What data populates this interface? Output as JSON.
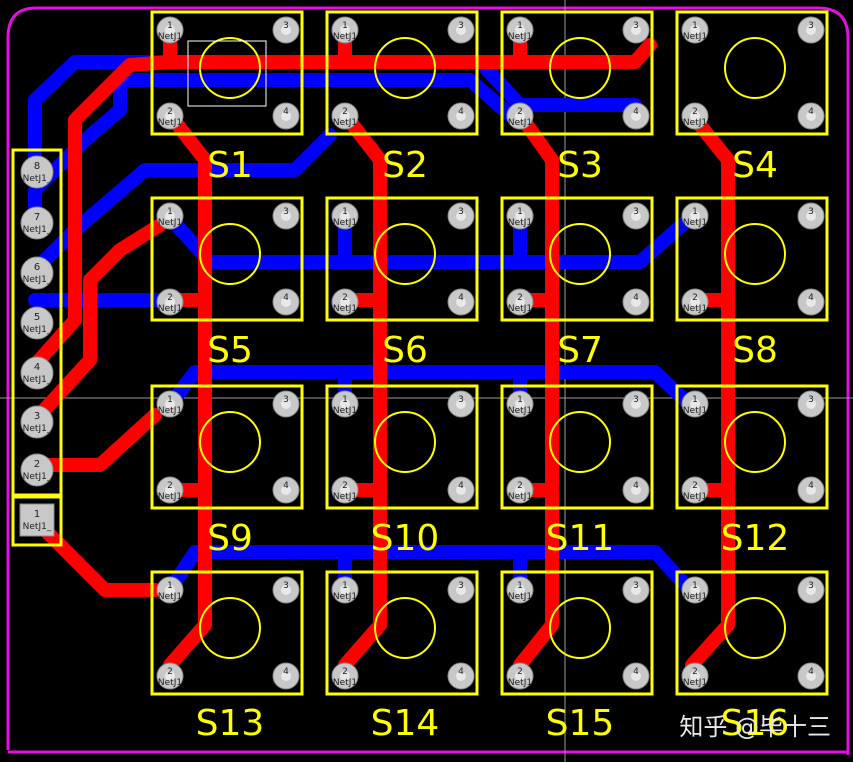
{
  "switches": {
    "labels": [
      "S1",
      "S2",
      "S3",
      "S4",
      "S5",
      "S6",
      "S7",
      "S8",
      "S9",
      "S10",
      "S11",
      "S12",
      "S13",
      "S14",
      "S15",
      "S16"
    ],
    "pin_numbers": [
      "1",
      "2",
      "3",
      "4"
    ],
    "net_label": "NetJ1"
  },
  "header": {
    "pins": [
      "8",
      "7",
      "6",
      "5",
      "4",
      "3",
      "2",
      "1"
    ],
    "net_label": "NetJ1_"
  },
  "watermark": "知乎 @毕十三",
  "colors": {
    "background": "#000000",
    "outline": "#e010e0",
    "silkscreen": "#ffff00",
    "top_copper": "#ff0000",
    "bottom_copper": "#0000ff",
    "pad": "#c8c8c8",
    "guide": "#9a9a9a"
  }
}
